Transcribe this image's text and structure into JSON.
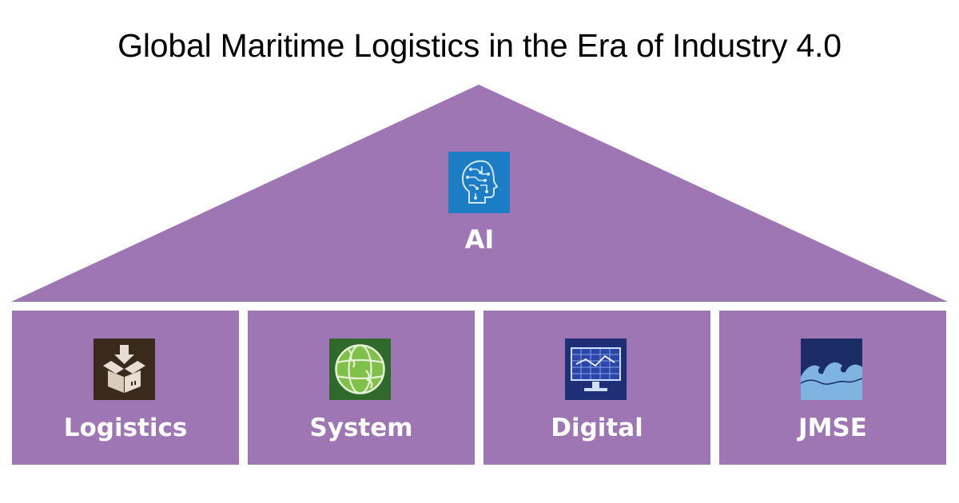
{
  "title": "Global Maritime Logistics in the Era of Industry 4.0",
  "colors": {
    "purple": "#9e76b4",
    "white": "#ffffff",
    "ai_icon_bg": "#1c7cc4",
    "logistics_icon_bg": "#3a2a1c",
    "system_icon_bg": "#2f6a2c",
    "digital_icon_bg": "#1e2f78",
    "jmse_icon_bg": "#1c2c64",
    "jmse_wave": "#7fb4e0"
  },
  "roof": {
    "label": "AI",
    "icon": "ai-head-circuit-icon"
  },
  "pillars": [
    {
      "label": "Logistics",
      "icon": "package-box-icon"
    },
    {
      "label": "System",
      "icon": "globe-puzzle-icon"
    },
    {
      "label": "Digital",
      "icon": "digital-monitor-icon"
    },
    {
      "label": "JMSE",
      "icon": "ocean-wave-icon"
    }
  ]
}
